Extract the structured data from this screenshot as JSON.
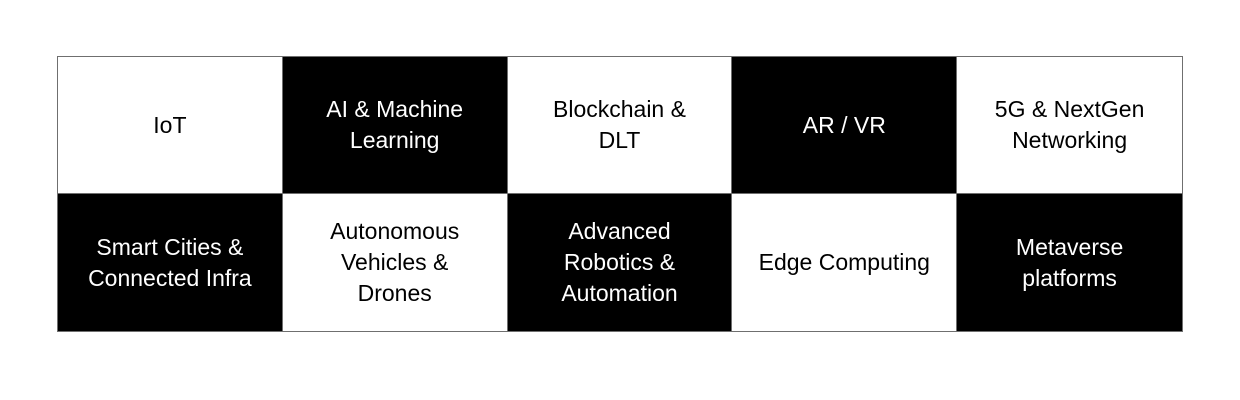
{
  "grid": {
    "rows": [
      [
        {
          "label": "IoT",
          "fill": "light"
        },
        {
          "label": "AI & Machine\nLearning",
          "fill": "dark"
        },
        {
          "label": "Blockchain &\nDLT",
          "fill": "light"
        },
        {
          "label": "AR / VR",
          "fill": "dark"
        },
        {
          "label": "5G & NextGen\nNetworking",
          "fill": "light"
        }
      ],
      [
        {
          "label": "Smart Cities &\nConnected Infra",
          "fill": "dark"
        },
        {
          "label": "Autonomous\nVehicles &\nDrones",
          "fill": "light"
        },
        {
          "label": "Advanced\nRobotics &\nAutomation",
          "fill": "dark"
        },
        {
          "label": "Edge Computing",
          "fill": "light"
        },
        {
          "label": "Metaverse\nplatforms",
          "fill": "dark"
        }
      ]
    ]
  },
  "colors": {
    "dark_cell": "#000000",
    "light_cell": "#ffffff",
    "border": "#6f6f6f"
  }
}
